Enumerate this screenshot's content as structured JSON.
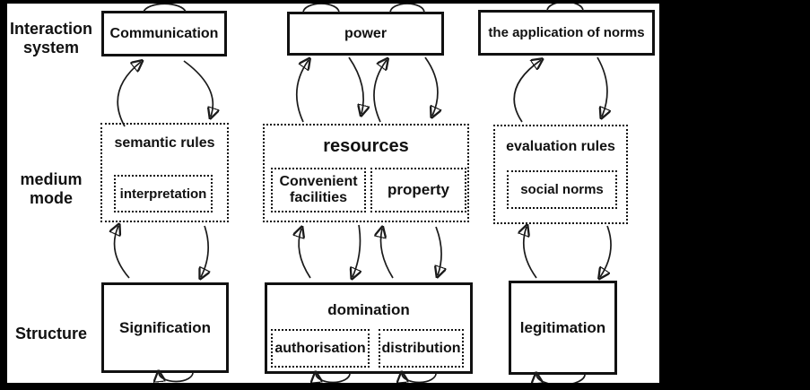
{
  "colors": {
    "ink": "#111111",
    "background": "#ffffff",
    "frame": "#000000"
  },
  "row_labels": {
    "interaction_system": "Interaction\nsystem",
    "medium_mode": "medium\nmode",
    "structure": "Structure"
  },
  "boxes": {
    "communication": "Communication",
    "power": "power",
    "application_of_norms": "the application of norms",
    "semantic_rules": "semantic rules",
    "interpretation": "interpretation",
    "resources": "resources",
    "convenient_facilities": "Convenient\nfacilities",
    "property": "property",
    "evaluation_rules": "evaluation rules",
    "social_norms": "social norms",
    "signification": "Signification",
    "domination": "domination",
    "authorisation": "authorisation",
    "distribution": "distribution",
    "legitimation": "legitimation"
  }
}
